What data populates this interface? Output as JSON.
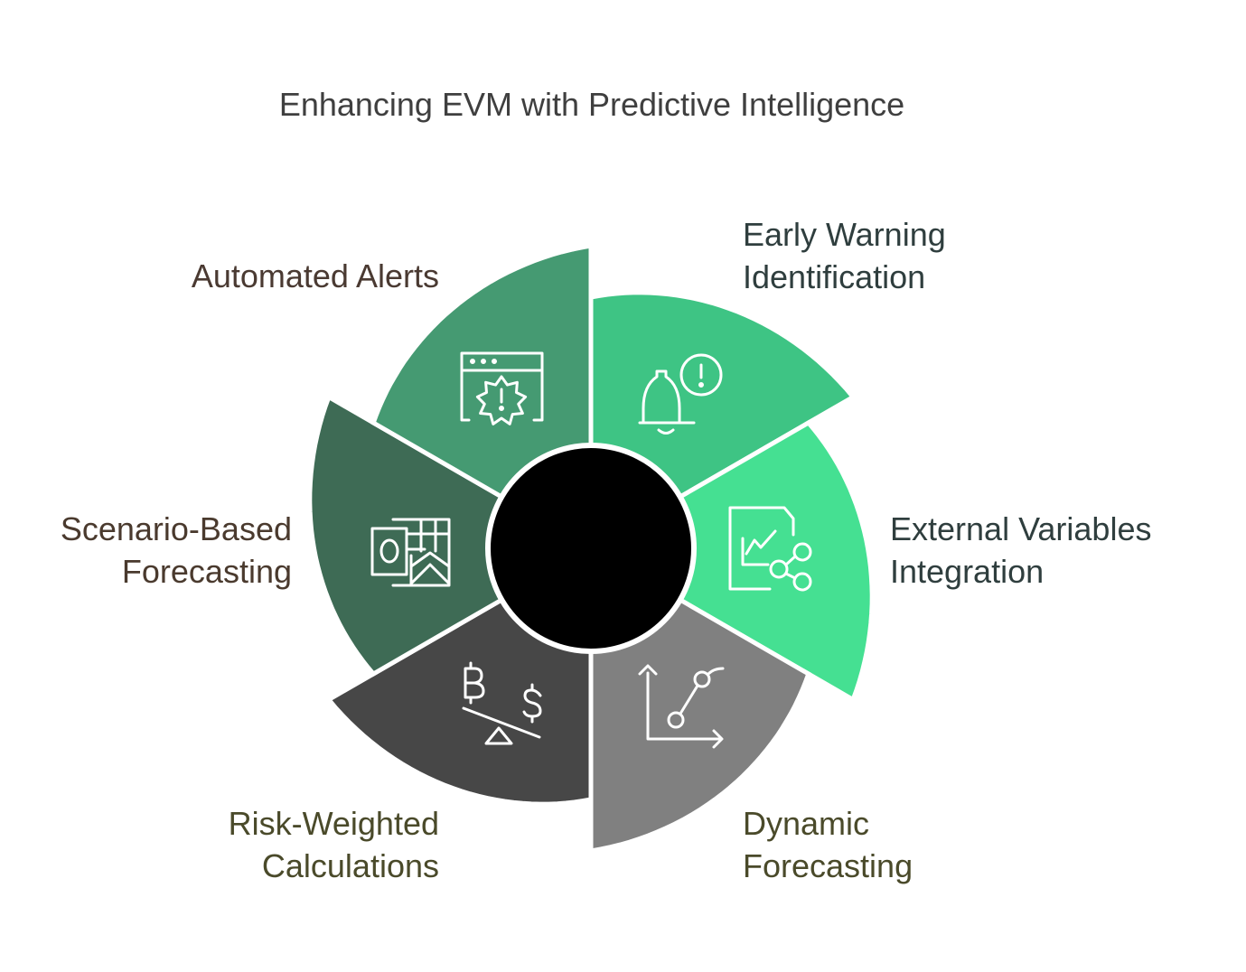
{
  "title": "Enhancing EVM with Predictive Intelligence",
  "segments": [
    {
      "id": "early-warning",
      "line1": "Early Warning",
      "line2": "Identification",
      "color": "#3ec484",
      "label_color": "#2f3e3e",
      "icon": "bell-alert-icon"
    },
    {
      "id": "external-variables",
      "line1": "External Variables",
      "line2": "Integration",
      "color": "#45e092",
      "label_color": "#2f3e3e",
      "icon": "chart-share-icon"
    },
    {
      "id": "dynamic-forecasting",
      "line1": "Dynamic",
      "line2": "Forecasting",
      "color": "#808080",
      "label_color": "#4a4a2a",
      "icon": "trend-graph-icon"
    },
    {
      "id": "risk-weighted",
      "line1": "Risk-Weighted",
      "line2": "Calculations",
      "color": "#474747",
      "label_color": "#4a4a2a",
      "icon": "currency-balance-icon"
    },
    {
      "id": "scenario-based",
      "line1": "Scenario-Based",
      "line2": "Forecasting",
      "color": "#3e6b55",
      "label_color": "#4a3a2e",
      "icon": "spreadsheet-icon"
    },
    {
      "id": "automated-alerts",
      "line1": "Automated Alerts",
      "line2": "",
      "color": "#459a72",
      "label_color": "#4a3a32",
      "icon": "browser-alert-icon"
    }
  ],
  "hub_color": "#000000"
}
